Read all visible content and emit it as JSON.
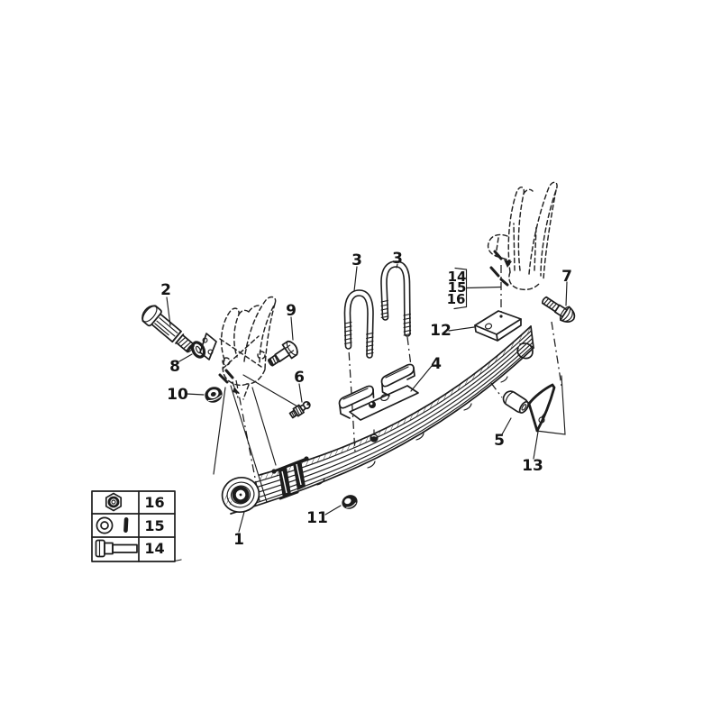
{
  "diagram": {
    "kind": "exploded-parts-diagram",
    "subject": "leaf spring and shackle assembly",
    "background_color": "#ffffff",
    "ink_color": "#1c1c1c",
    "callouts": [
      {
        "part": "1"
      },
      {
        "part": "2"
      },
      {
        "part": "3"
      },
      {
        "part": "3"
      },
      {
        "part": "4"
      },
      {
        "part": "5"
      },
      {
        "part": "6"
      },
      {
        "part": "7"
      },
      {
        "part": "8"
      },
      {
        "part": "9"
      },
      {
        "part": "10"
      },
      {
        "part": "11"
      },
      {
        "part": "12"
      },
      {
        "part": "13"
      },
      {
        "part": "14"
      },
      {
        "part": "15"
      },
      {
        "part": "16"
      }
    ],
    "legend": {
      "rows": [
        {
          "icon": "hex-nut",
          "number": "16"
        },
        {
          "icon": "washer-and-pin",
          "number": "15"
        },
        {
          "icon": "hex-bolt",
          "number": "14"
        }
      ]
    }
  }
}
